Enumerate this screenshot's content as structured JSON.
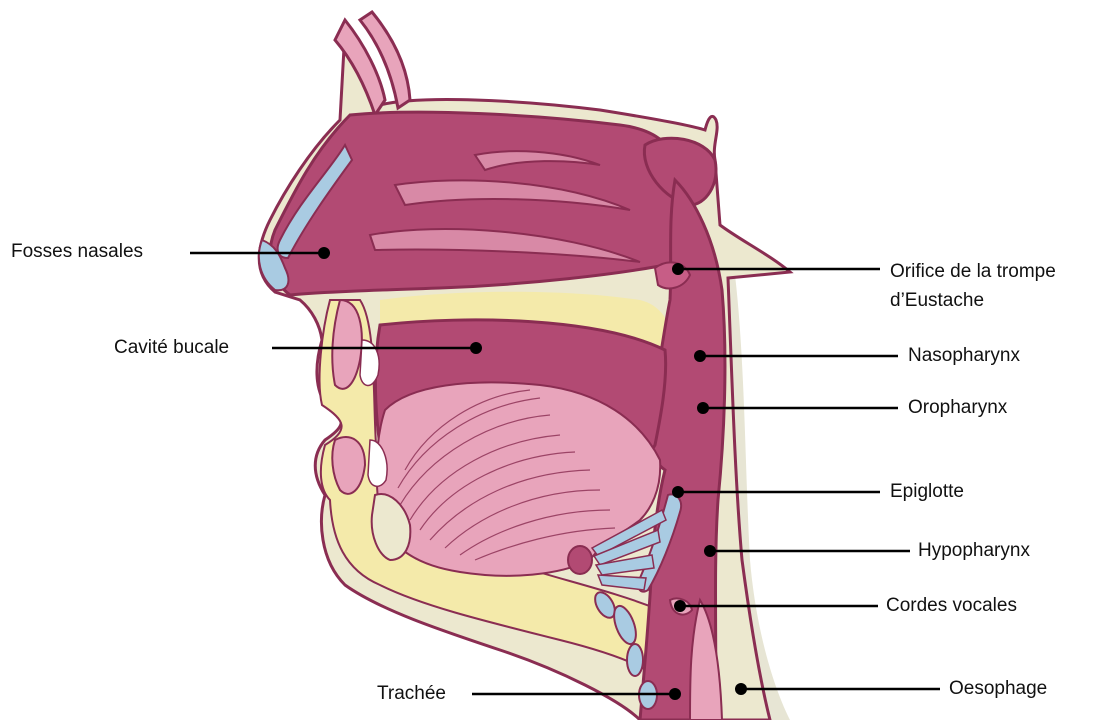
{
  "labels": {
    "fosses_nasales": "Fosses nasales",
    "cavite_buccale": "Cavité bucale",
    "trompe_line1": "Orifice de la trompe",
    "trompe_line2": "d’Eustache",
    "nasopharynx": "Nasopharynx",
    "oropharynx": "Oropharynx",
    "epiglotte": "Epiglotte",
    "hypopharynx": "Hypopharynx",
    "cordes_vocales": "Cordes vocales",
    "trachee": "Trachée",
    "oesophage": "Oesophage"
  },
  "colors": {
    "tissue_dark": "#b24a73",
    "tissue_light": "#e8a4bb",
    "outline": "#8a2d52",
    "cartilage": "#a9cbe2",
    "skin": "#ece8cf",
    "fat": "#f4eaaa",
    "shadow": "#e7e5d4"
  }
}
